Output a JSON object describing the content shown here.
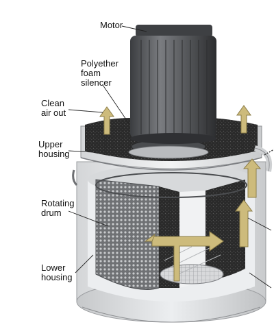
{
  "labels": {
    "motor": "Motor",
    "silencer": "Polyether\nfoam\nsilencer",
    "clean_air": "Clean\nair out",
    "upper_housing": "Upper\nhousing",
    "rotating_drum": "Rotating\ndrum",
    "lower_housing": "Lower\nhousing"
  },
  "colors": {
    "motor": "#5b5d60",
    "housing": "#e2e4e6",
    "foam": "#2a2a2a",
    "airflow_arrow": "#cdbb7c",
    "drum_mesh": "#8a8c8f",
    "leader_line": "#222222"
  }
}
